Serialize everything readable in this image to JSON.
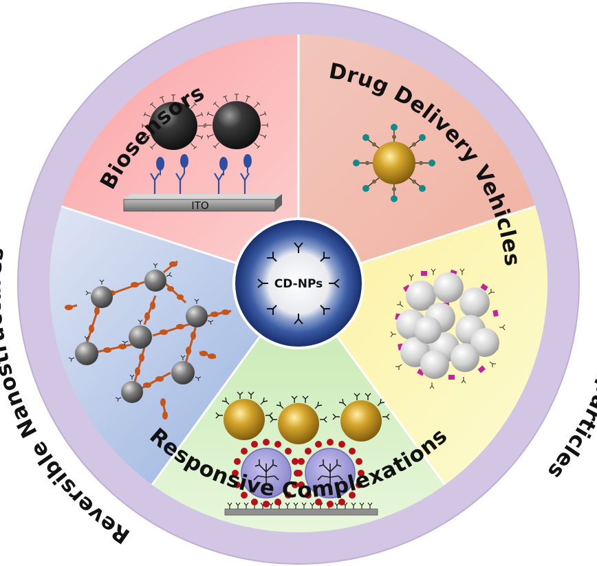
{
  "center": {
    "label": "CD-NPs"
  },
  "segments": [
    {
      "key": "biosensors",
      "label": "Biosensors",
      "electrode_label": "ITO"
    },
    {
      "key": "drug",
      "label": "Drug Delivery Vehicles"
    },
    {
      "key": "assembly",
      "label": "Assembly of Nanoparticles"
    },
    {
      "key": "responsive",
      "label": "Responsive Complexations"
    },
    {
      "key": "reversible",
      "label": "Reversible Nanostructures"
    }
  ],
  "colors": {
    "ring": "#d6c9e6",
    "biosensors": "#fbb9ba",
    "drug": "#f3c3b6",
    "assembly": "#fbf7b0",
    "responsive": "#d1eec0",
    "reversible": "#b9c9e9",
    "center_ring": "#1f3f88",
    "gold": "#b8860b",
    "dark_sphere": "#2e2e2e",
    "antibody": "#2d4f9e",
    "teal": "#138a8a",
    "magenta": "#c4239a",
    "orange_linker": "#c4561b",
    "red_bead": "#b8101a",
    "purple_vesicle": "#a6a1dc"
  }
}
